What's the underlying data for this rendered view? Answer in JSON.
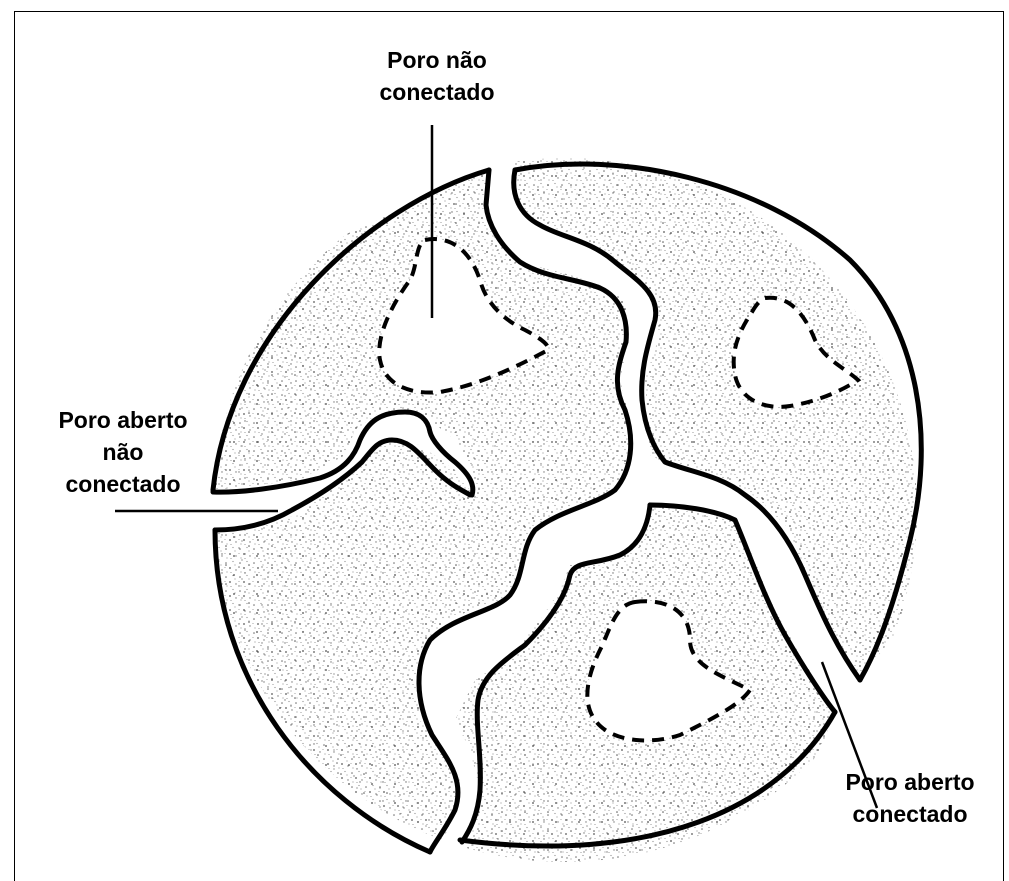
{
  "labels": {
    "closed_pore": {
      "line1": "Poro não",
      "line2": "conectado"
    },
    "blind_pore": {
      "line1": "Poro aberto",
      "line2": "não",
      "line3": "conectado"
    },
    "through_pore": {
      "line1": "Poro aberto",
      "line2": "conectado"
    }
  },
  "colors": {
    "outline": "#000000",
    "solid_speckle": "#8a8a8a",
    "pore_fill": "#ffffff",
    "background": "#ffffff"
  }
}
